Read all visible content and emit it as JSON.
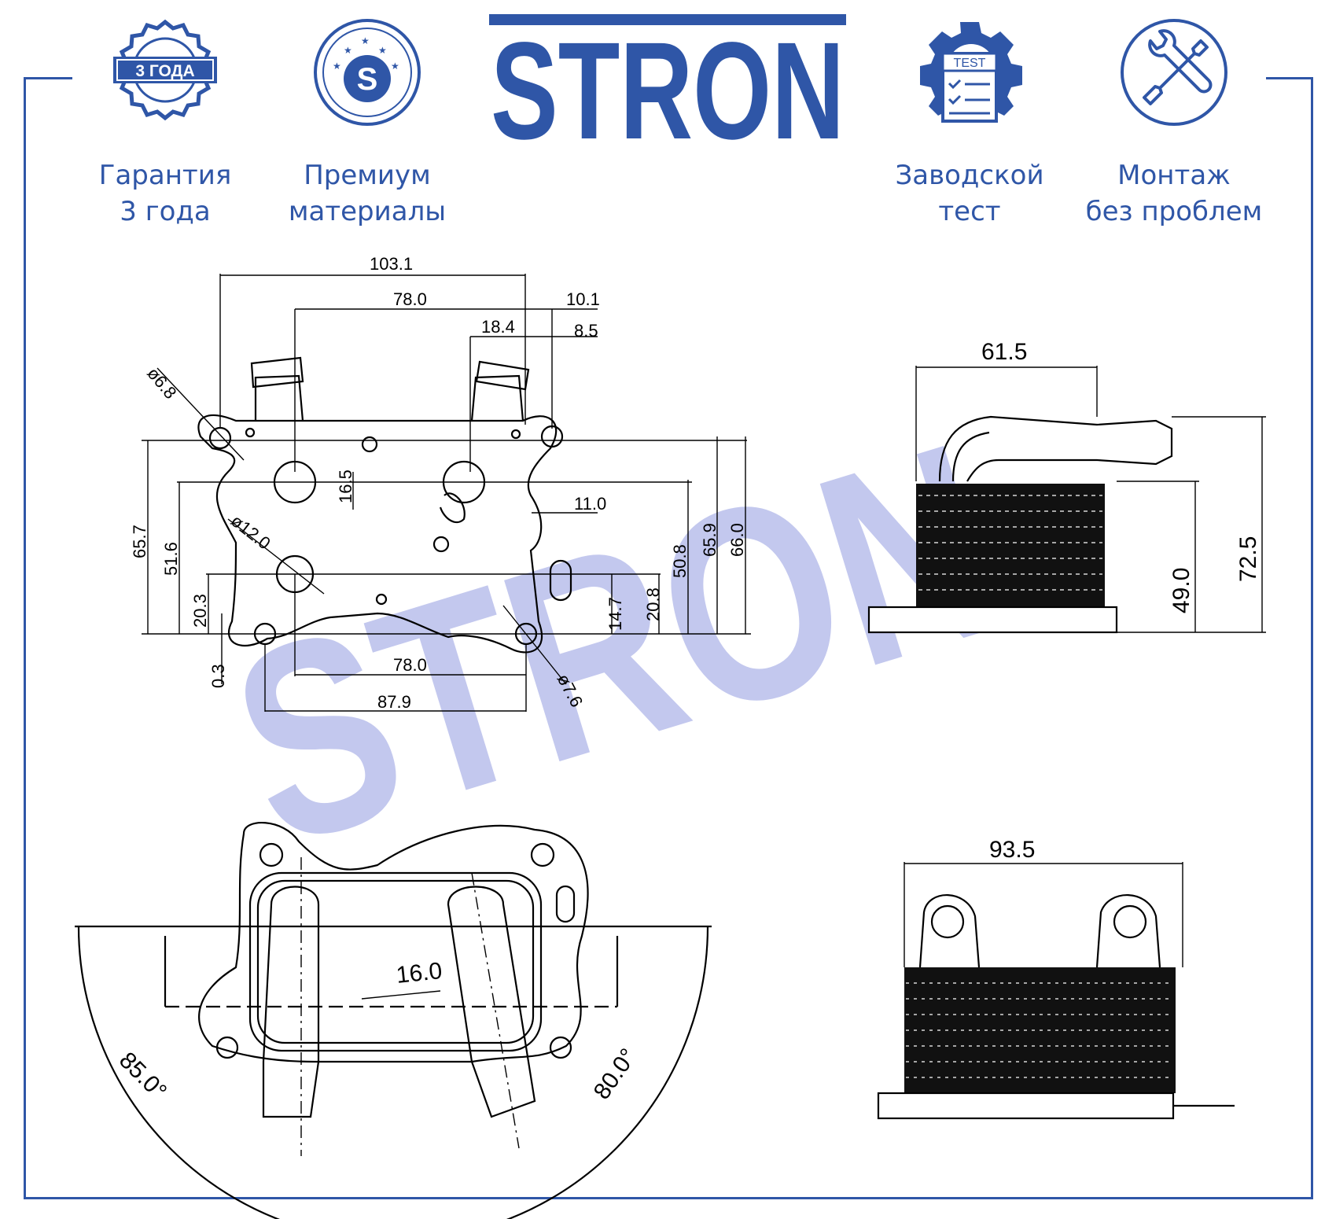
{
  "brand": {
    "logo_text": "STRON",
    "watermark_text": "STRON",
    "color": "#2f56a7",
    "watermark_color": "#c3c8ee"
  },
  "features": [
    {
      "icon": "warranty-seal-icon",
      "badge": "3 ГОДА",
      "line1": "Гарантия",
      "line2": "3 года"
    },
    {
      "icon": "premium-s-icon",
      "badge": "S",
      "line1": "Премиум",
      "line2": "материалы"
    },
    {
      "icon": "factory-test-icon",
      "badge": "TEST",
      "line1": "Заводской",
      "line2": "тест"
    },
    {
      "icon": "wrench-screwdriver-icon",
      "badge": "",
      "line1": "Монтаж",
      "line2": "без проблем"
    }
  ],
  "dimensions": {
    "front": {
      "total_width": "103.1",
      "port_spacing_top": "78.0",
      "right_offset": "10.1",
      "port_offset": "18.4",
      "hole_offset": "8.5",
      "hole_dia_tl": "ø6.8",
      "port_height": "16.5",
      "port_dia": "ø12.0",
      "slot_offset": "11.0",
      "h_65_7": "65.7",
      "h_51_6": "51.6",
      "h_20_3": "20.3",
      "h_0_3": "0.3",
      "h_14_7": "14.7",
      "h_20_8": "20.8",
      "h_50_8": "50.8",
      "h_65_9": "65.9",
      "h_66_0": "66.0",
      "bottom_spacing": "78.0",
      "bottom_total": "87.9",
      "hole_dia_br": "ø7.6"
    },
    "side": {
      "depth": "61.5",
      "core_height": "49.0",
      "total_height": "72.5"
    },
    "top": {
      "tube_dia": "16.0",
      "angle_left": "85.0°",
      "angle_right": "80.0°"
    },
    "rear": {
      "width": "93.5"
    }
  }
}
